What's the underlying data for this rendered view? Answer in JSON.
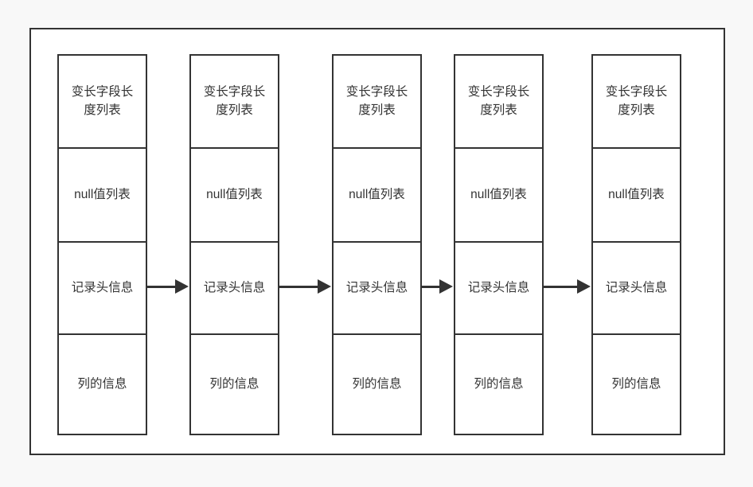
{
  "diagram": {
    "type": "record-structure-chain",
    "background_color": "#f8f8f8",
    "surface_color": "#ffffff",
    "stroke_color": "#333333",
    "text_color": "#333333",
    "row_labels": [
      "变长字段长度列表",
      "null值列表",
      "记录头信息",
      "列的信息"
    ],
    "columns": [
      {
        "name": "record-1",
        "cells": [
          "变长字段长度列表",
          "null值列表",
          "记录头信息",
          "列的信息"
        ]
      },
      {
        "name": "record-2",
        "cells": [
          "变长字段长度列表",
          "null值列表",
          "记录头信息",
          "列的信息"
        ]
      },
      {
        "name": "record-3",
        "cells": [
          "变长字段长度列表",
          "null值列表",
          "记录头信息",
          "列的信息"
        ]
      },
      {
        "name": "record-4",
        "cells": [
          "变长字段长度列表",
          "null值列表",
          "记录头信息",
          "列的信息"
        ]
      },
      {
        "name": "record-5",
        "cells": [
          "变长字段长度列表",
          "null值列表",
          "记录头信息",
          "列的信息"
        ]
      }
    ],
    "connectors": [
      {
        "name": "arrow-1-to-2",
        "from": "record-1",
        "to": "record-2",
        "at_row": "记录头信息",
        "direction": "right"
      },
      {
        "name": "arrow-2-to-3",
        "from": "record-2",
        "to": "record-3",
        "at_row": "记录头信息",
        "direction": "right"
      },
      {
        "name": "arrow-3-to-4",
        "from": "record-3",
        "to": "record-4",
        "at_row": "记录头信息",
        "direction": "right"
      },
      {
        "name": "arrow-4-to-5",
        "from": "record-4",
        "to": "record-5",
        "at_row": "记录头信息",
        "direction": "right"
      }
    ]
  }
}
